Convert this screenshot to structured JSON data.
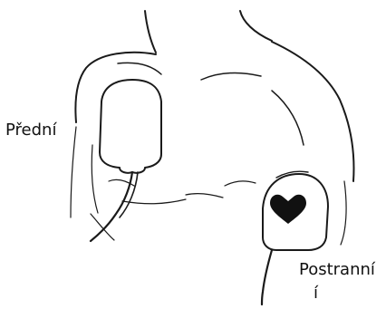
{
  "labels": {
    "front": "Přední",
    "side_line1": "Postranní",
    "side_line2": "í"
  },
  "colors": {
    "ink": "#1a1a1a",
    "heart": "#111111",
    "background": "#ffffff"
  },
  "icons": {
    "heart": "heart-icon"
  }
}
